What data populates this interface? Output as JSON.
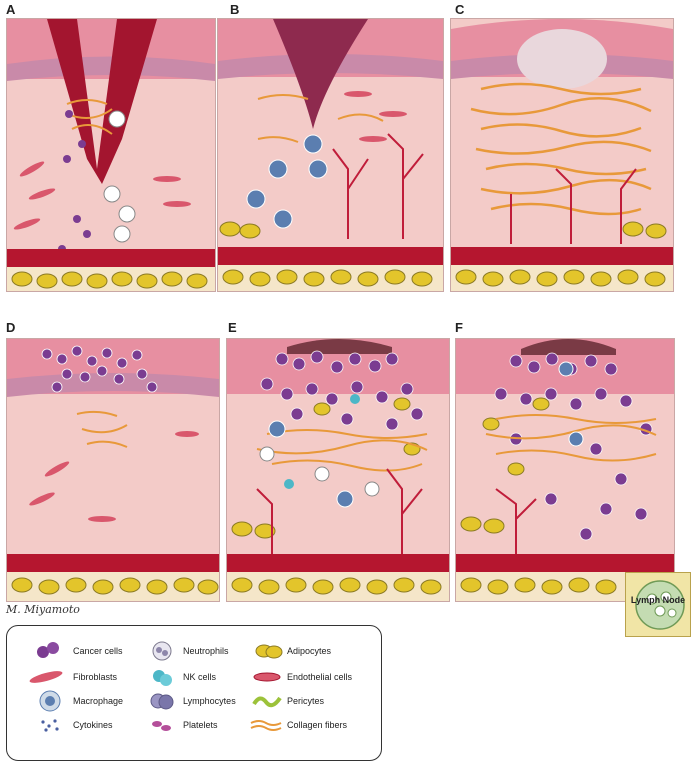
{
  "panels": [
    {
      "letter": "A"
    },
    {
      "letter": "B"
    },
    {
      "letter": "C"
    },
    {
      "letter": "D"
    },
    {
      "letter": "E"
    },
    {
      "letter": "F"
    }
  ],
  "signature": "M. Miyamoto",
  "lymph_node_label": "Lymph Node",
  "legend": {
    "items": [
      {
        "label": "Cancer cells",
        "icon": "cancer-cells-icon"
      },
      {
        "label": "Neutrophils",
        "icon": "neutrophils-icon"
      },
      {
        "label": "Adipocytes",
        "icon": "adipocytes-icon"
      },
      {
        "label": "Fibroblasts",
        "icon": "fibroblasts-icon"
      },
      {
        "label": "NK cells",
        "icon": "nk-cells-icon"
      },
      {
        "label": "Endothelial cells",
        "icon": "endothelial-cells-icon"
      },
      {
        "label": "Macrophage",
        "icon": "macrophage-icon"
      },
      {
        "label": "Lymphocytes",
        "icon": "lymphocytes-icon"
      },
      {
        "label": "Pericytes",
        "icon": "pericytes-icon"
      },
      {
        "label": "Cytokines",
        "icon": "cytokines-icon"
      },
      {
        "label": "Platelets",
        "icon": "platelets-icon"
      },
      {
        "label": "Collagen fibers",
        "icon": "collagen-fibers-icon"
      }
    ]
  },
  "colors": {
    "dermis": "#f3cbc8",
    "epidermis": "#e2879a",
    "vessel": "#b5162f",
    "adipocyte": "#e3c52b",
    "cancer": "#7b3c91",
    "collagen": "#e8993a",
    "nk": "#4cb7c7",
    "macrophage": "#5b7eb0"
  }
}
